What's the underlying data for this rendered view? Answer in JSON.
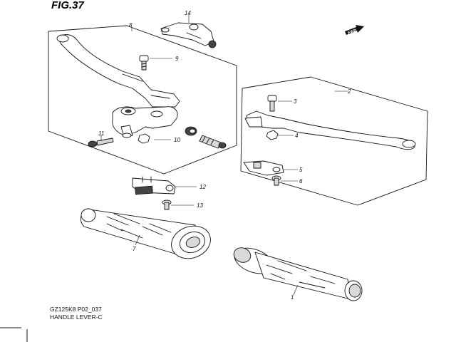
{
  "figure": {
    "title": "FIG.37",
    "code": "GZ125K8 P02_037",
    "name": "HANDLE LEVER-C"
  },
  "forward_badge": "FWD",
  "callouts": [
    "1",
    "2",
    "3",
    "4",
    "5",
    "6",
    "7",
    "8",
    "9",
    "10",
    "11",
    "12",
    "13",
    "14"
  ],
  "colors": {
    "ink": "#111111",
    "paper": "#ffffff",
    "part_fill": "#d9d9d9"
  }
}
